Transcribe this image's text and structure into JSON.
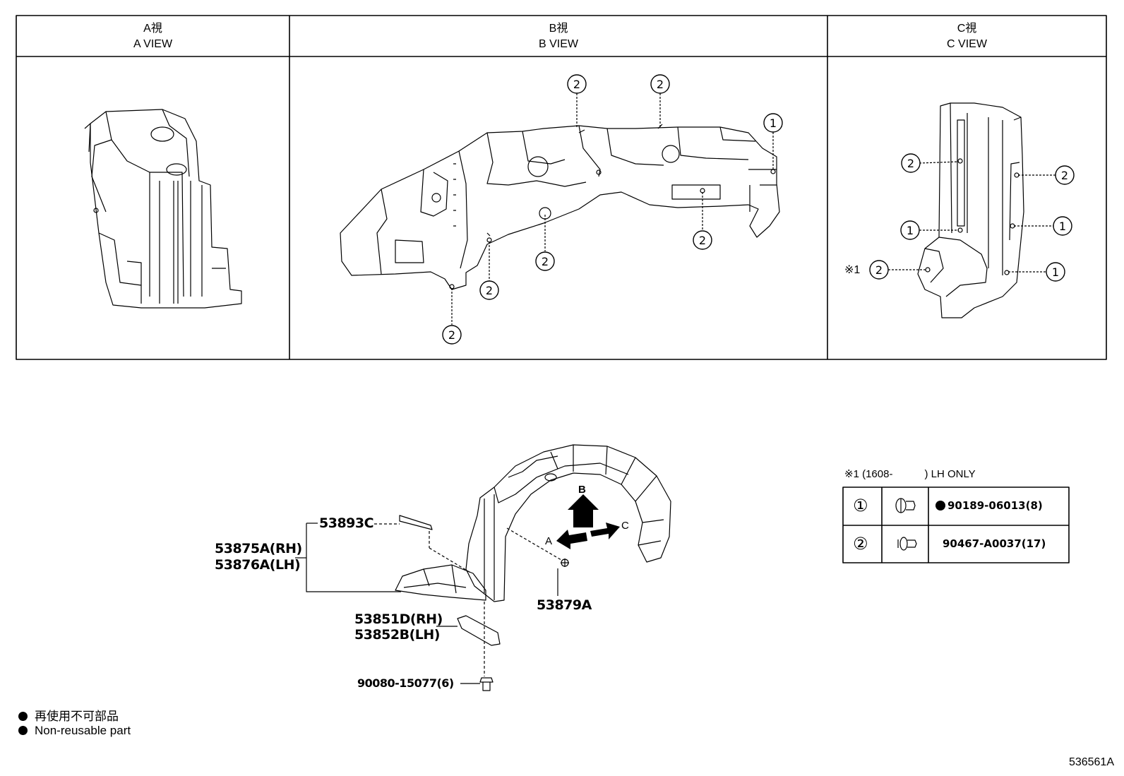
{
  "views": [
    {
      "jp": "A視",
      "en": "A VIEW"
    },
    {
      "jp": "B視",
      "en": "B VIEW"
    },
    {
      "jp": "C視",
      "en": "C VIEW"
    }
  ],
  "callouts": {
    "one": "①",
    "two": "②",
    "note_mark": "※1"
  },
  "arrows": {
    "a": "A",
    "b": "B",
    "c": "C"
  },
  "parts": {
    "p53893c": "53893C",
    "p53875a": "53875A(RH)",
    "p53876a": "53876A(LH)",
    "p53879a": "53879A",
    "p53851d": "53851D(RH)",
    "p53852b": "53852B(LH)",
    "p90080": "90080-15077(6)"
  },
  "fastener_note": "※1 (1608-　　　) LH ONLY",
  "fastener_table": [
    {
      "mark": "①",
      "part": "90189-06013(8)",
      "non_reusable": true
    },
    {
      "mark": "②",
      "part": "90467-A0037(17)",
      "non_reusable": false
    }
  ],
  "legend": {
    "jp": "再使用不可部品",
    "en": "Non-reusable part"
  },
  "diagram_code": "536561A"
}
